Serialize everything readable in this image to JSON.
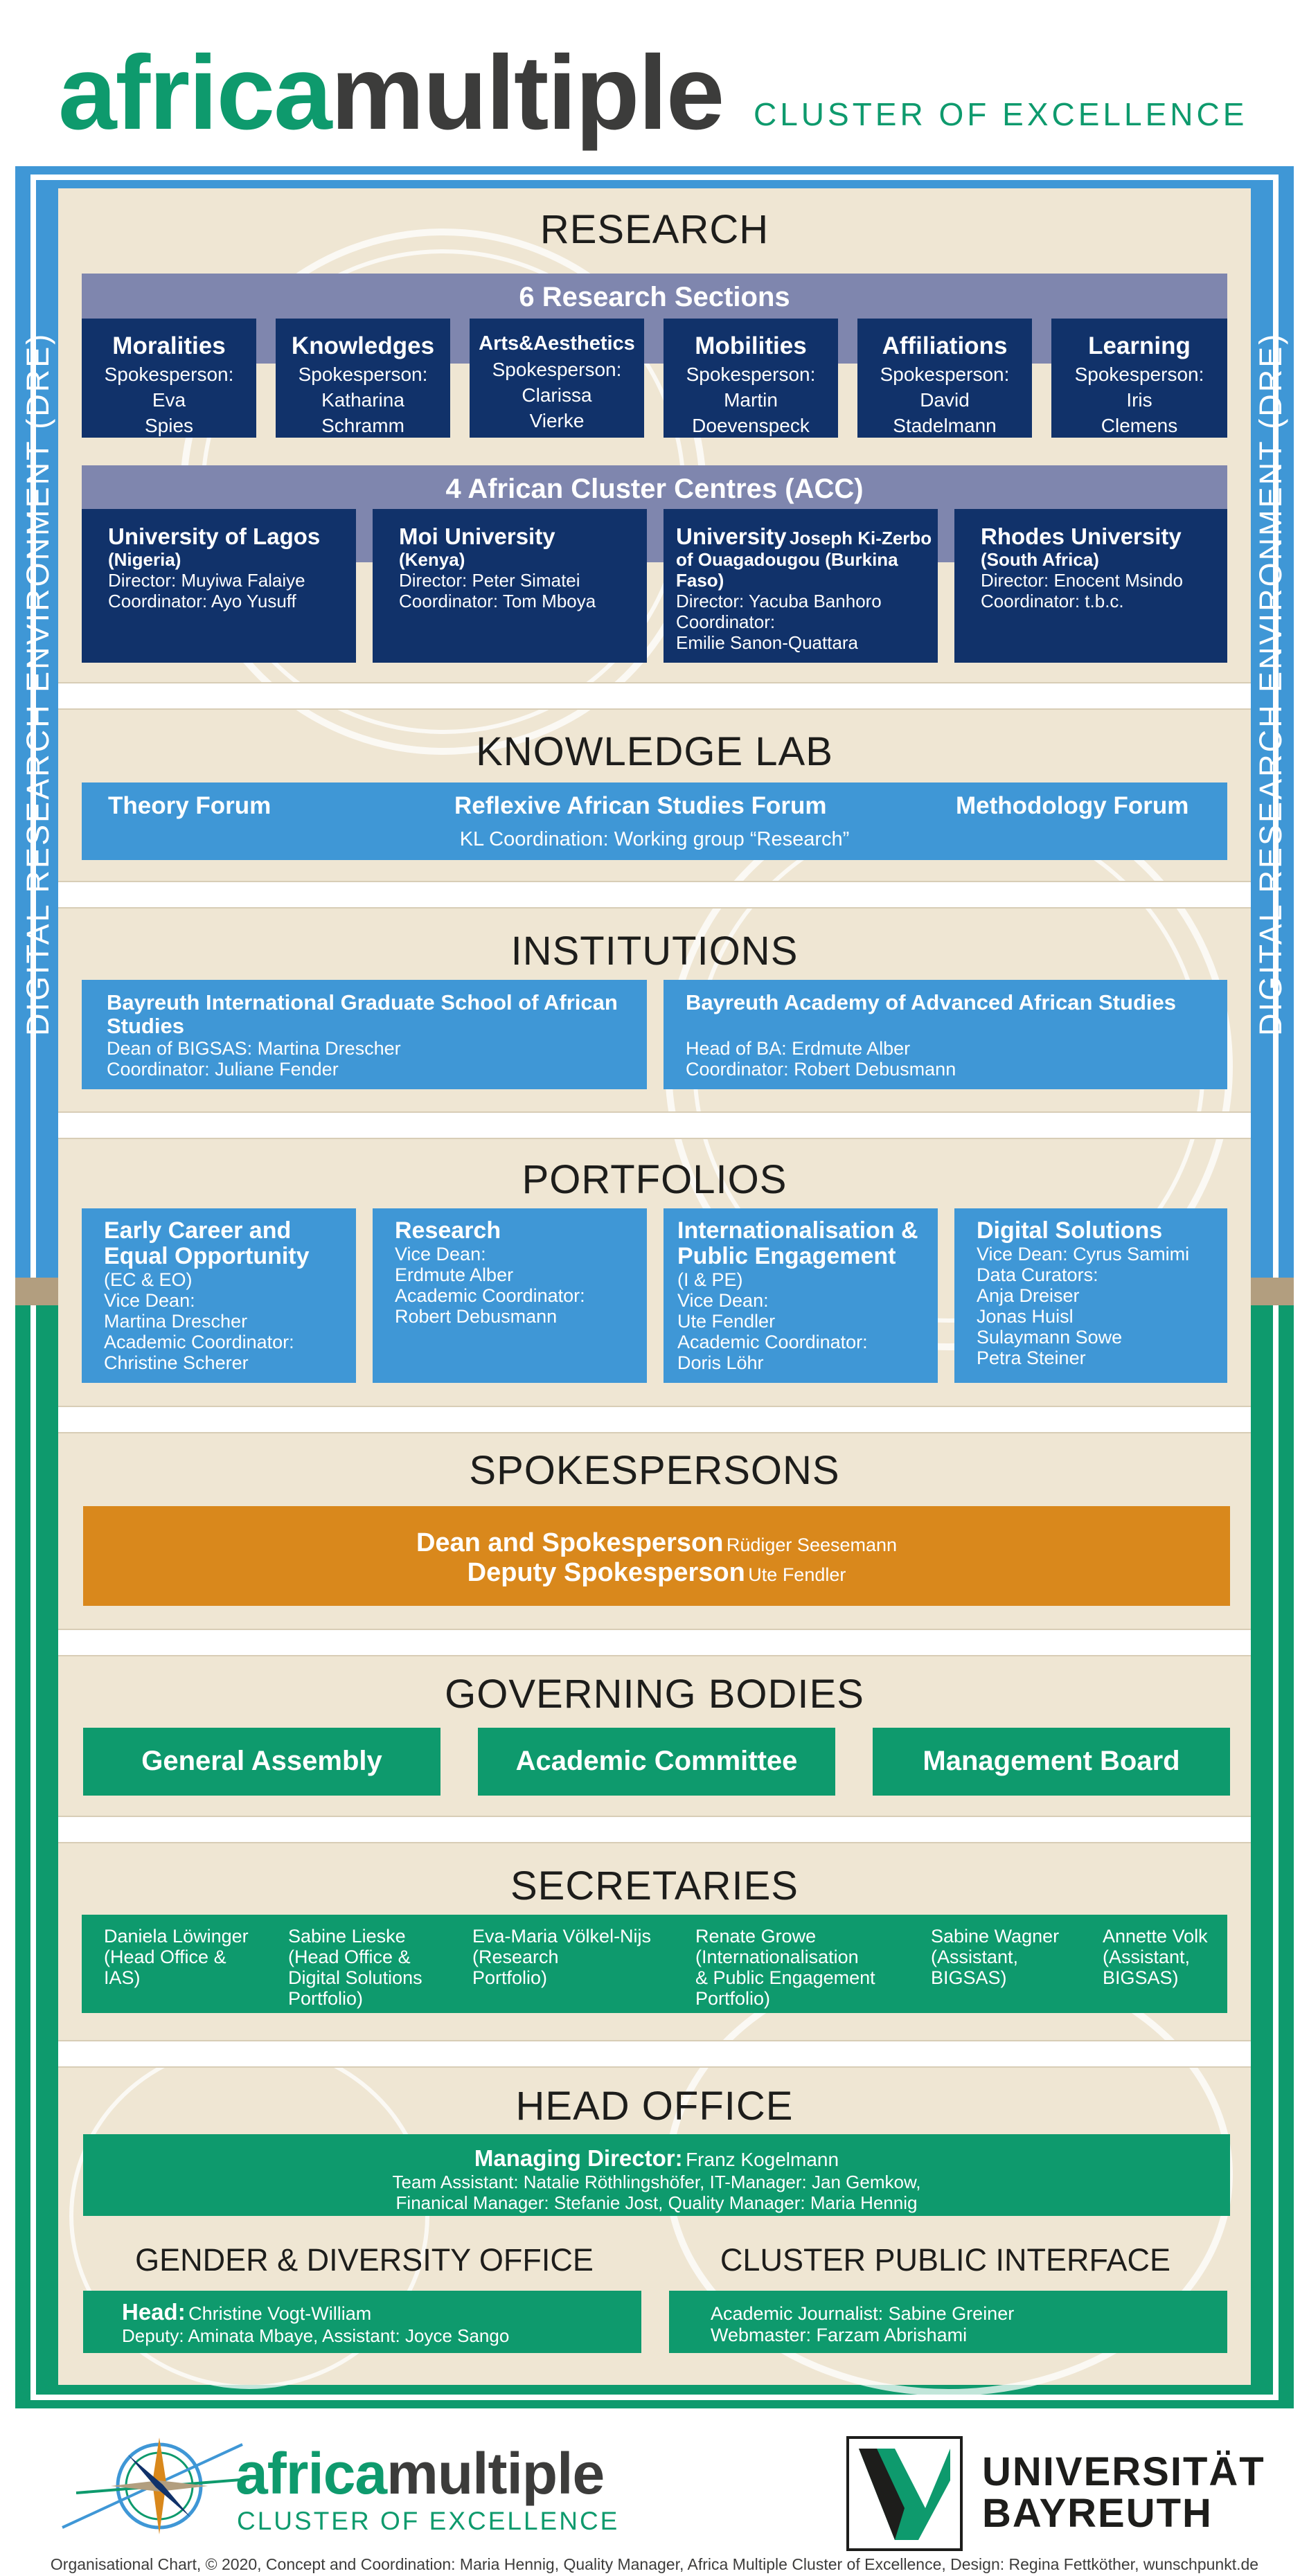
{
  "header": {
    "logo_part1": "africa",
    "logo_part2": "multiple",
    "subtitle": "CLUSTER OF EXCELLENCE"
  },
  "dre_label": "DIGITAL RESEARCH ENVIRONMENT  (DRE)",
  "research": {
    "title": "RESEARCH",
    "sections_header": "6 Research Sections",
    "sections": [
      {
        "name": "Moralities",
        "role": "Spokesperson:",
        "person1": "Eva",
        "person2": "Spies"
      },
      {
        "name": "Knowledges",
        "role": "Spokesperson:",
        "person1": "Katharina",
        "person2": "Schramm"
      },
      {
        "name": "Arts&Aesthetics",
        "role": "Spokesperson:",
        "person1": "Clarissa",
        "person2": "Vierke"
      },
      {
        "name": "Mobilities",
        "role": "Spokesperson:",
        "person1": "Martin",
        "person2": "Doevenspeck"
      },
      {
        "name": "Affiliations",
        "role": "Spokesperson:",
        "person1": "David",
        "person2": "Stadelmann"
      },
      {
        "name": "Learning",
        "role": "Spokesperson:",
        "person1": "Iris",
        "person2": "Clemens"
      }
    ],
    "acc_header": "4 African Cluster Centres (ACC)",
    "centres": [
      {
        "name": "University of Lagos",
        "extra": "",
        "country": "(Nigeria)",
        "line1": "Director: Muyiwa Falaiye",
        "line2": "Coordinator: Ayo Yusuff",
        "line3": ""
      },
      {
        "name": "Moi University",
        "extra": "",
        "country": "(Kenya)",
        "line1": "Director: Peter Simatei",
        "line2": "Coordinator: Tom Mboya",
        "line3": ""
      },
      {
        "name": "University",
        "extra": "Joseph Ki-Zerbo of Ouagadougou (Burkina Faso)",
        "country": "",
        "line1": "Director: Yacuba Banhoro",
        "line2": "Coordinator:",
        "line3": "Emilie Sanon-Quattara"
      },
      {
        "name": "Rhodes University",
        "extra": "",
        "country": "(South Africa)",
        "line1": "Director: Enocent Msindo",
        "line2": "Coordinator: t.b.c.",
        "line3": ""
      }
    ]
  },
  "knowledge_lab": {
    "title": "KNOWLEDGE LAB",
    "forum1": "Theory Forum",
    "forum2": "Reflexive African Studies Forum",
    "forum3": "Methodology Forum",
    "coordination": "KL Coordination: Working group “Research”"
  },
  "institutions": {
    "title": "INSTITUTIONS",
    "items": [
      {
        "name": "Bayreuth International Graduate School of African Studies",
        "line1": "Dean of BIGSAS: Martina Drescher",
        "line2": "Coordinator: Juliane Fender"
      },
      {
        "name": "Bayreuth Academy of Advanced African Studies",
        "line1": "Head of BA: Erdmute Alber",
        "line2": "Coordinator: Robert Debusmann"
      }
    ]
  },
  "portfolios": {
    "title": "PORTFOLIOS",
    "items": [
      {
        "name": "Early Career and Equal Opportunity",
        "lines": [
          "(EC & EO)",
          "Vice Dean:",
          "Martina Drescher",
          "Academic Coordinator:",
          "Christine Scherer"
        ]
      },
      {
        "name": "Research",
        "lines": [
          "Vice Dean:",
          "Erdmute Alber",
          "Academic Coordinator:",
          "Robert Debusmann",
          ""
        ]
      },
      {
        "name": "Internationalisation & Public Engagement",
        "lines": [
          "(I & PE)",
          "Vice Dean:",
          "Ute Fendler",
          "Academic Coordinator:",
          "Doris Löhr"
        ]
      },
      {
        "name": "Digital Solutions",
        "lines": [
          "Vice Dean: Cyrus Samimi",
          "Data Curators:",
          "Anja Dreiser",
          "Jonas Huisl",
          "Sulaymann Sowe",
          "Petra Steiner"
        ]
      }
    ]
  },
  "spokespersons": {
    "title": "SPOKESPERSONS",
    "role1": "Dean and Spokesperson",
    "name1": "Rüdiger Seesemann",
    "role2": "Deputy Spokesperson",
    "name2": "Ute Fendler"
  },
  "governing": {
    "title": "GOVERNING BODIES",
    "bodies": [
      "General Assembly",
      "Academic Committee",
      "Management Board"
    ]
  },
  "secretaries": {
    "title": "SECRETARIES",
    "people": [
      {
        "lines": [
          "Daniela Löwinger",
          "(Head Office &",
          "IAS)",
          ""
        ]
      },
      {
        "lines": [
          "Sabine Lieske",
          "(Head Office &",
          "Digital Solutions",
          "Portfolio)"
        ]
      },
      {
        "lines": [
          "Eva-Maria Völkel-Nijs",
          "(Research",
          "Portfolio)",
          ""
        ]
      },
      {
        "lines": [
          "Renate Growe",
          "(Internationalisation",
          "& Public Engagement",
          "Portfolio)"
        ]
      },
      {
        "lines": [
          "Sabine Wagner",
          "(Assistant,",
          "BIGSAS)",
          ""
        ]
      },
      {
        "lines": [
          "Annette Volk",
          "(Assistant,",
          "BIGSAS)",
          ""
        ]
      }
    ]
  },
  "head_office": {
    "title": "HEAD OFFICE",
    "md_role": "Managing Director:",
    "md_name": "Franz Kogelmann",
    "line1": "Team Assistant: Natalie Röthlingshöfer, IT-Manager: Jan Gemkow,",
    "line2": "Finanical Manager: Stefanie Jost, Quality Manager: Maria Hennig"
  },
  "gender_office": {
    "title": "GENDER & DIVERSITY OFFICE",
    "head_role": "Head:",
    "head_name": "Christine Vogt-William",
    "line": "Deputy: Aminata Mbaye, Assistant: Joyce Sango"
  },
  "public_interface": {
    "title": "CLUSTER PUBLIC INTERFACE",
    "line1": "Academic Journalist: Sabine Greiner",
    "line2": "Webmaster: Farzam Abrishami"
  },
  "footer_logo": {
    "part1": "africa",
    "part2": "multiple",
    "sub": "CLUSTER OF EXCELLENCE"
  },
  "university": {
    "line1": "UNIVERSITÄT",
    "line2": "BAYREUTH"
  },
  "credit": "Organisational Chart, © 2020, Concept and Coordination: Maria Hennig, Quality Manager, Africa Multiple Cluster of Excellence, Design: Regina Fettköther, wunschpunkt.de"
}
